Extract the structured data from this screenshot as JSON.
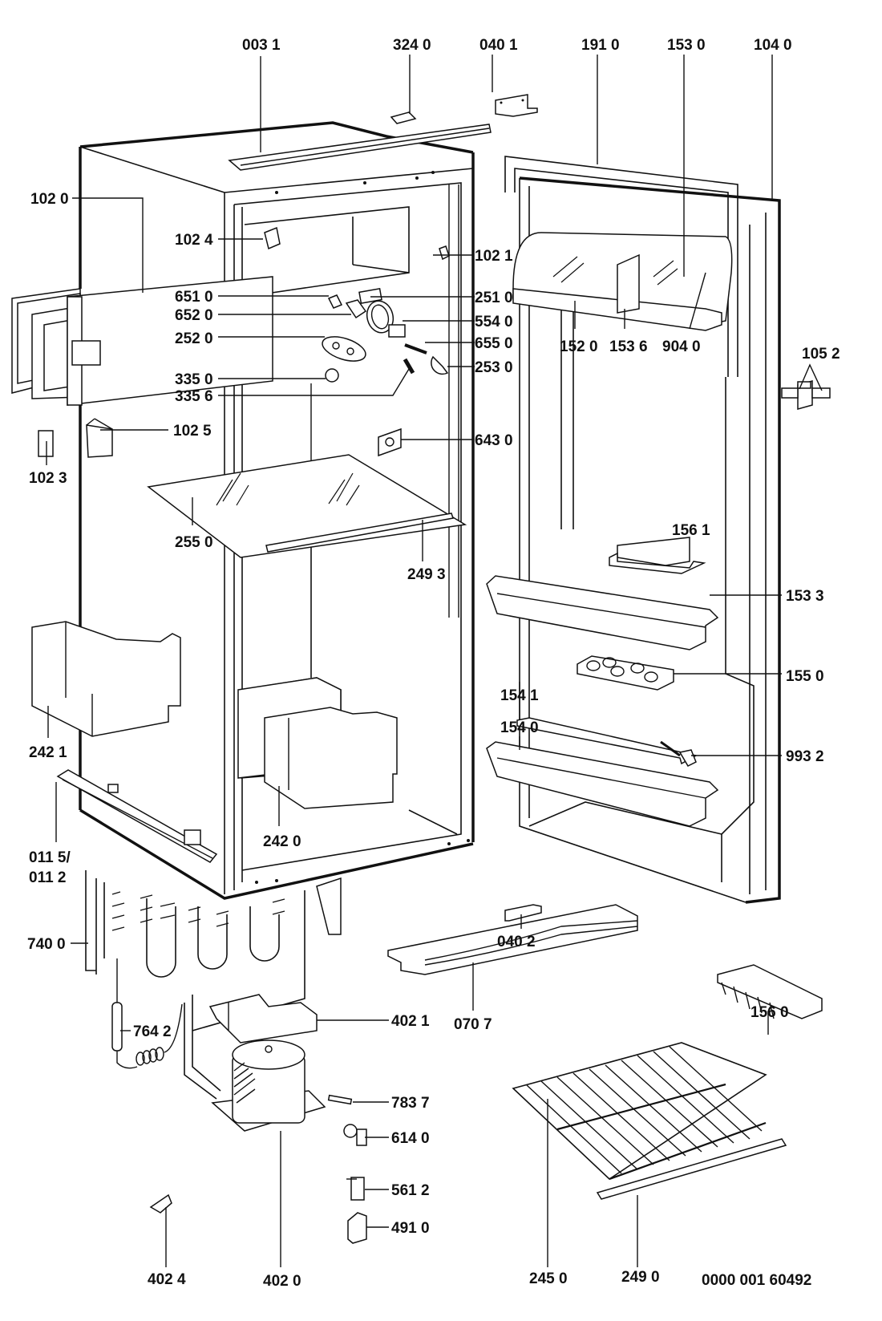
{
  "title": "Refrigerator exploded parts diagram",
  "document_number": "0000 001 60492",
  "colors": {
    "ink": "#111111",
    "background": "#ffffff"
  },
  "parts": {
    "p0031": "003 1",
    "p3240": "324 0",
    "p0401": "040 1",
    "p1910": "191 0",
    "p1530": "153 0",
    "p1040": "104 0",
    "p1020": "102 0",
    "p1024": "102 4",
    "p1021": "102 1",
    "p6510": "651 0",
    "p6520": "652 0",
    "p2520": "252 0",
    "p2510": "251 0",
    "p5540": "554 0",
    "p6550": "655 0",
    "p2530": "253 0",
    "p3350": "335 0",
    "p3356": "335 6",
    "p1025": "102 5",
    "p1023": "102 3",
    "p6430": "643 0",
    "p1520": "152 0",
    "p1536": "153 6",
    "p9040": "904 0",
    "p1052": "105 2",
    "p2550": "255 0",
    "p2493": "249 3",
    "p1561": "156 1",
    "p1533": "153 3",
    "p1550": "155 0",
    "p1541": "154 1",
    "p1540": "154 0",
    "p9932": "993 2",
    "p2421": "242 1",
    "p2420": "242 0",
    "p0115": "011 5/",
    "p0112": "011 2",
    "p0402": "040 2",
    "p7400": "740 0",
    "p7642": "764 2",
    "p4021": "402 1",
    "p7837": "783 7",
    "p6140": "614 0",
    "p5612": "561 2",
    "p4910": "491 0",
    "p0707": "070 7",
    "p1560": "156 0",
    "p4024": "402 4",
    "p4020": "402 0",
    "p2450": "245 0",
    "p2490": "249 0"
  }
}
